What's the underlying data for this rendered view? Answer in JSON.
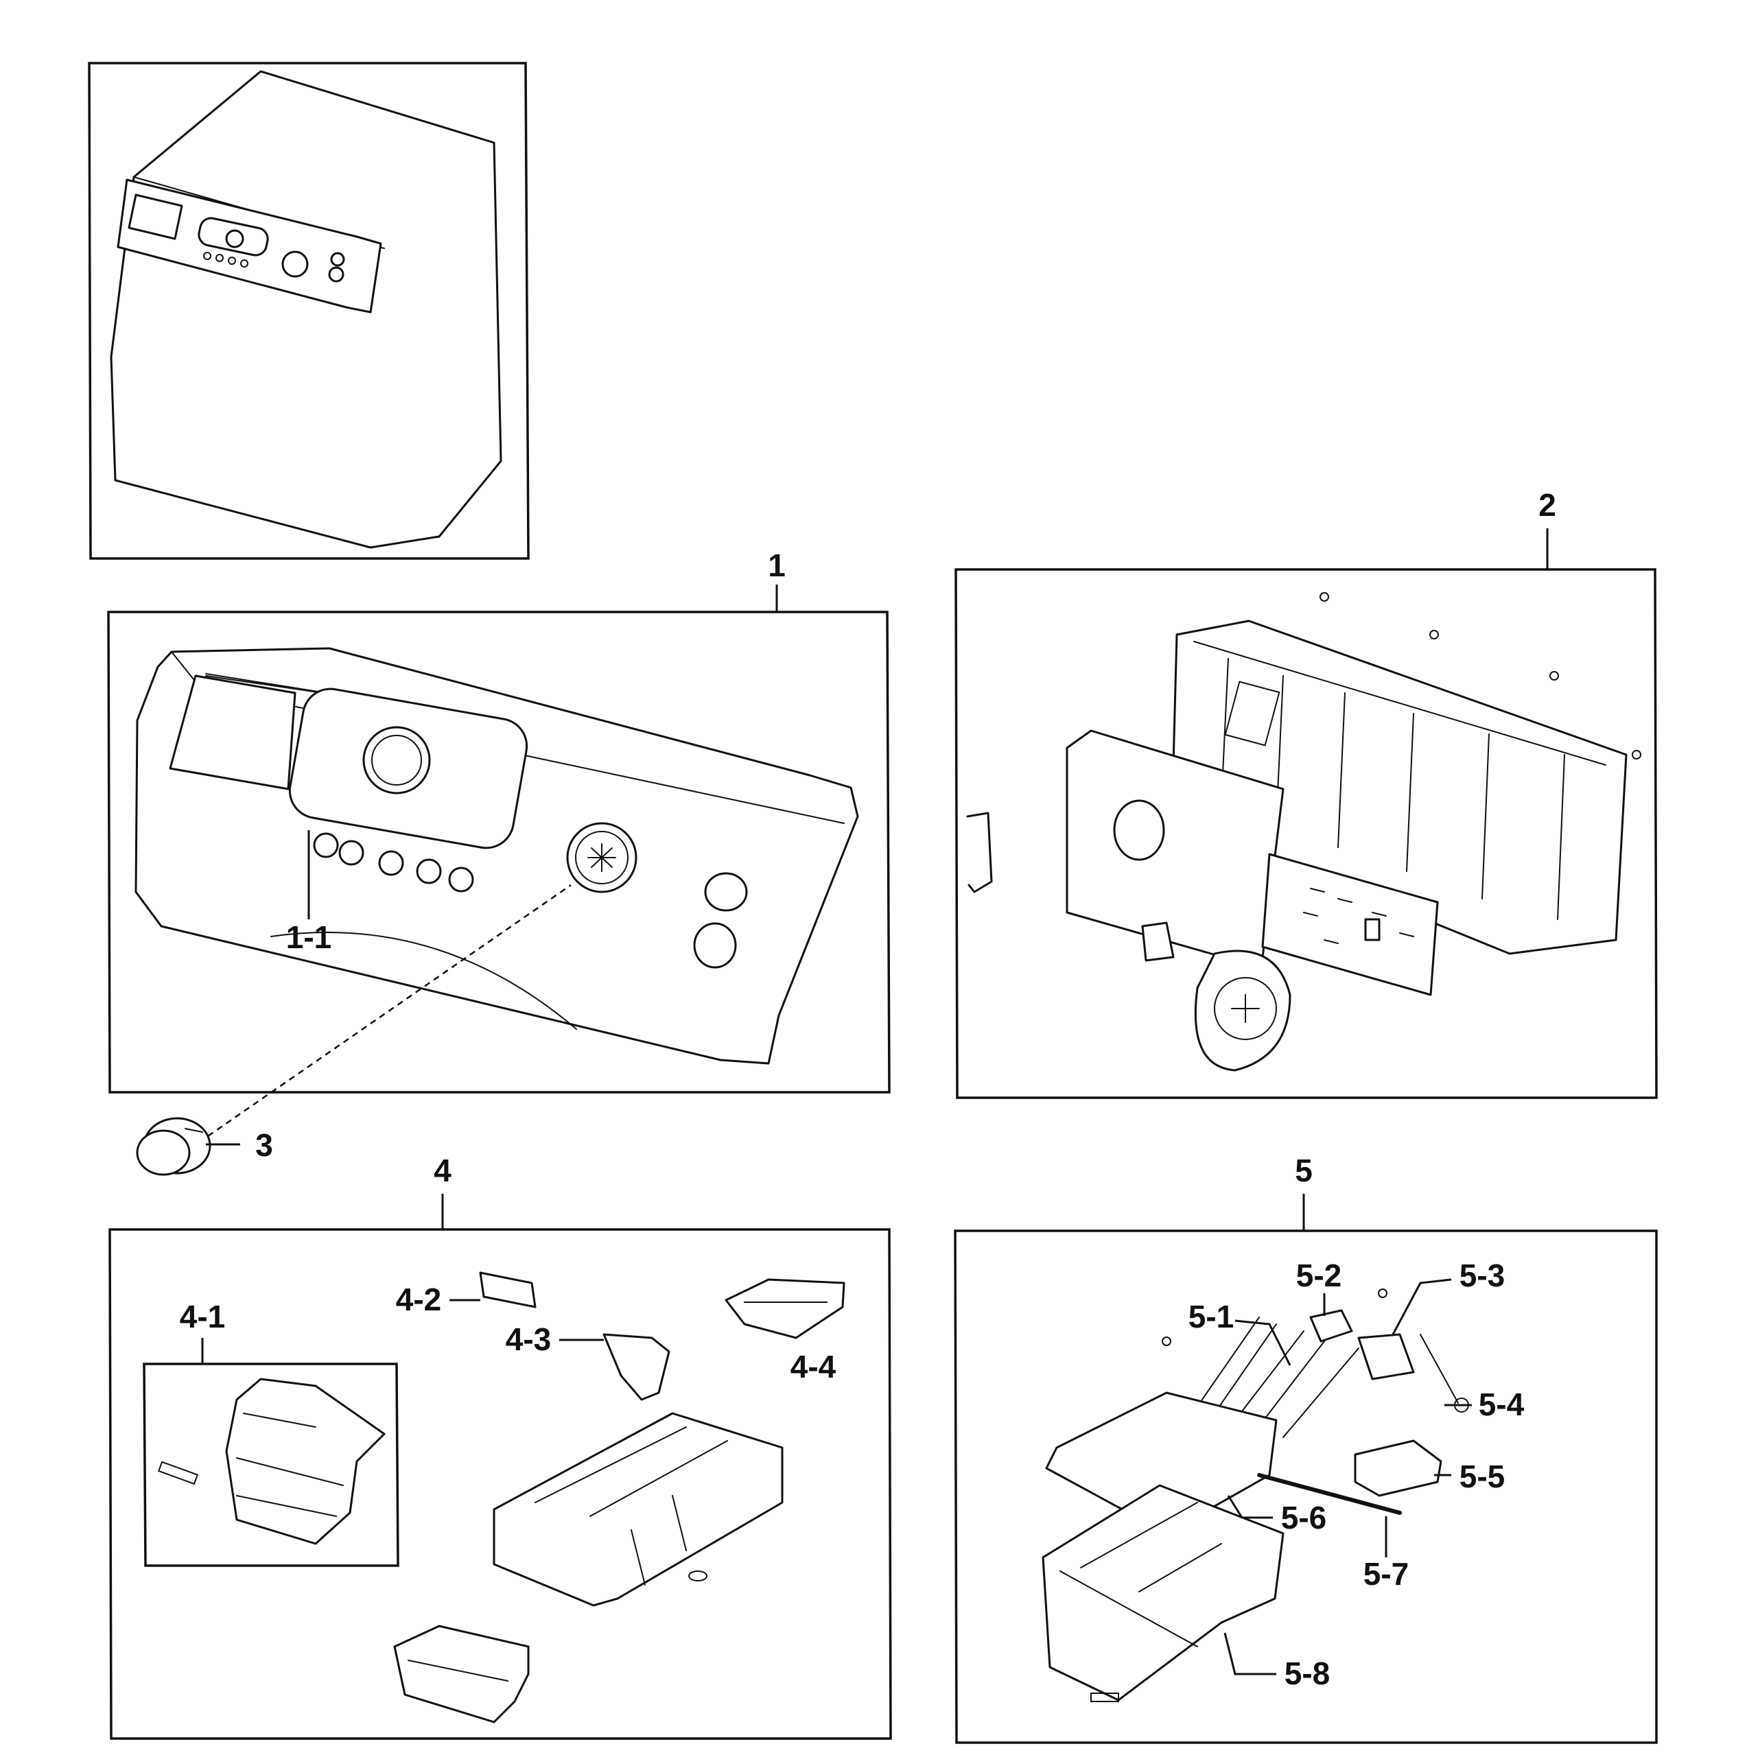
{
  "callouts": {
    "c1": "1",
    "c1_1": "1-1",
    "c2": "2",
    "c3": "3",
    "c4": "4",
    "c4_1": "4-1",
    "c4_2": "4-2",
    "c4_3": "4-3",
    "c4_4": "4-4",
    "c5": "5",
    "c5_1": "5-1",
    "c5_2": "5-2",
    "c5_3": "5-3",
    "c5_4": "5-4",
    "c5_5": "5-5",
    "c5_6": "5-6",
    "c5_7": "5-7",
    "c5_8": "5-8"
  }
}
